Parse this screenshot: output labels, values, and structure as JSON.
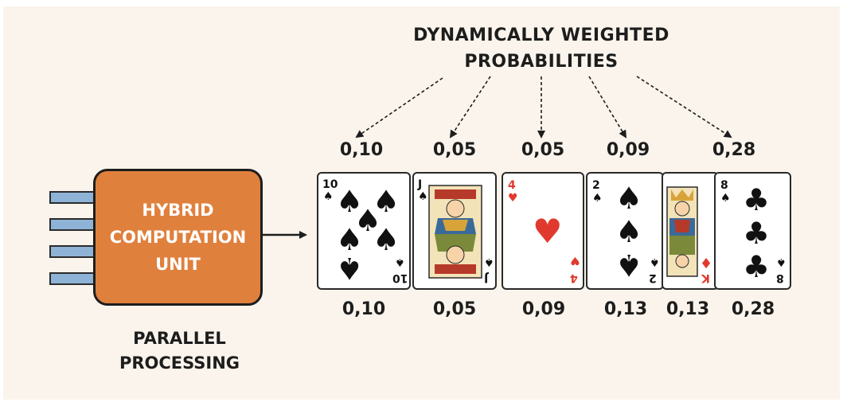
{
  "heading": {
    "line1": "DYNAMICALLY WEIGHTED",
    "line2": "PROBABILITIES"
  },
  "unit": {
    "line1": "HYBRID",
    "line2": "COMPUTATION",
    "line3": "UNIT"
  },
  "caption": {
    "line1": "PARALLEL",
    "line2": "PROCESSING"
  },
  "top_probabilities": [
    "0,10",
    "0,05",
    "0,05",
    "0,09",
    "0,28"
  ],
  "bottom_probabilities": [
    "0,10",
    "0,05",
    "0,09",
    "0,13",
    "0,13",
    "0,28"
  ],
  "cards": [
    {
      "rank": "10",
      "suit": "spade-icon",
      "glyph": "♠",
      "color": "#111111"
    },
    {
      "rank": "J",
      "suit": "spade-icon",
      "glyph": "♠",
      "color": "#111111"
    },
    {
      "rank": "4",
      "suit": "heart-icon",
      "glyph": "♥",
      "color": "#e03a2e"
    },
    {
      "rank": "2",
      "suit": "spade-icon",
      "glyph": "♠",
      "color": "#111111"
    },
    {
      "rank": "K",
      "suit": "diamond-icon",
      "glyph": "♦",
      "color": "#e03a2e"
    },
    {
      "rank": "8",
      "suit": "club-icon",
      "glyph": "♣",
      "color": "#111111"
    }
  ],
  "colors": {
    "background": "#faf4ec",
    "unit_fill": "#e0803d",
    "pin_fill": "#8fb3d6",
    "red_suit": "#e03a2e",
    "black_suit": "#111111"
  }
}
